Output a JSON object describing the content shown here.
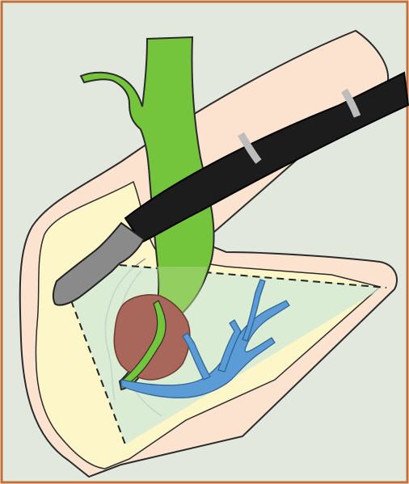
{
  "figure": {
    "colors": {
      "background": "#e3e8de",
      "frame": "#c0703a",
      "outline": "#2a2a2a",
      "tissue_pink": "#fce3cf",
      "tissue_yellow": "#fcf6c8",
      "duct_green": "#74c43c",
      "ultrasound_field": "#cfe8d8",
      "tumor_brown": "#a9675c",
      "vessel_blue": "#5b9bd6",
      "scope_black": "#1c1c1c",
      "scope_tip_gray": "#8a8a8a",
      "scope_band": "#bdbdbd"
    },
    "components": [
      "echoendoscope",
      "green-duct",
      "tumor-mass",
      "blue-vessel",
      "ultrasound-sector",
      "tissue-wall"
    ]
  }
}
